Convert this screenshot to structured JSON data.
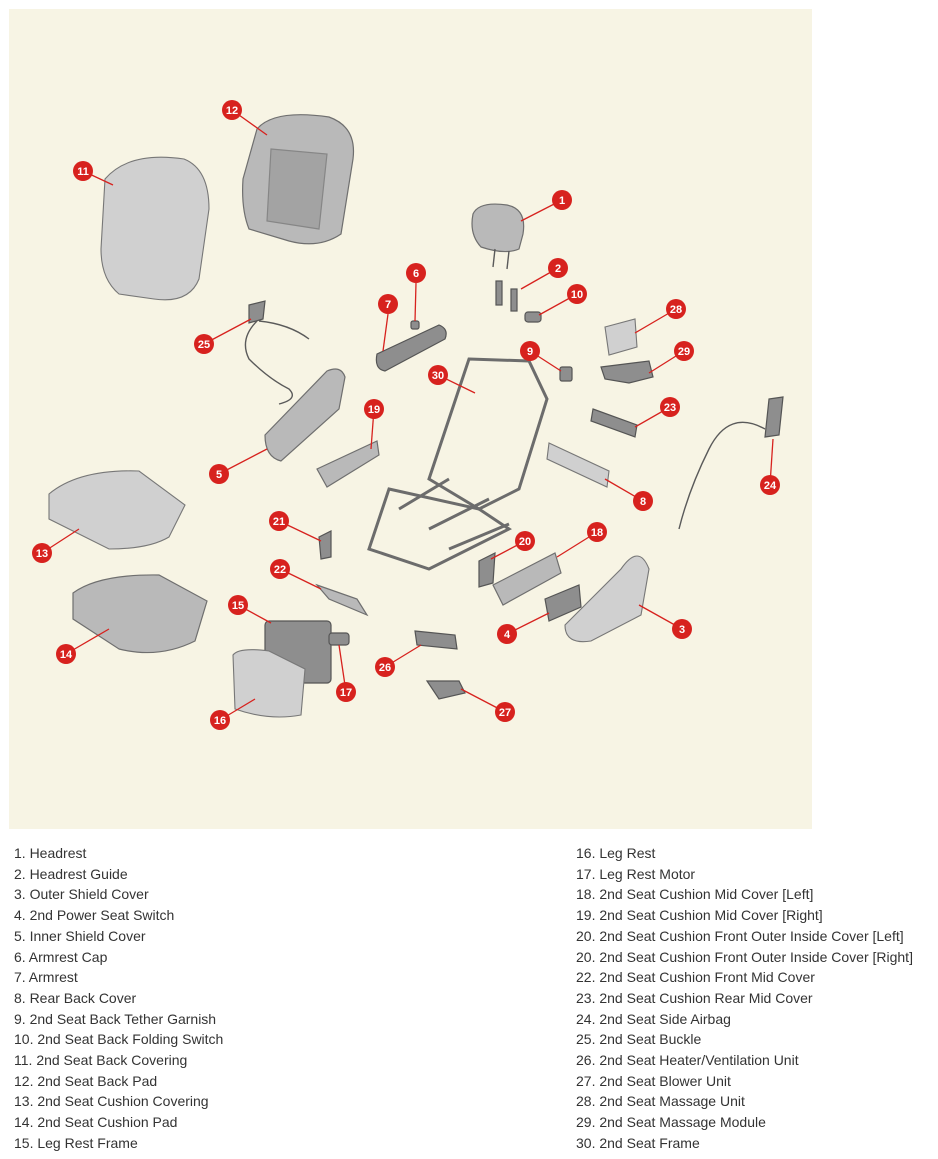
{
  "legend": {
    "left": [
      "1. Headrest",
      "2. Headrest Guide",
      "3. Outer Shield Cover",
      "4. 2nd Power Seat Switch",
      "5. Inner Shield Cover",
      "6. Armrest Cap",
      "7. Armrest",
      "8. Rear Back Cover",
      "9. 2nd Seat Back Tether Garnish",
      "10. 2nd Seat Back Folding Switch",
      "11. 2nd Seat Back Covering",
      "12. 2nd Seat Back Pad",
      "13. 2nd Seat Cushion Covering",
      "14. 2nd Seat Cushion Pad",
      "15. Leg Rest Frame"
    ],
    "right": [
      "16. Leg Rest",
      "17. Leg Rest Motor",
      "18. 2nd Seat Cushion Mid Cover [Left]",
      "19. 2nd Seat Cushion Mid Cover [Right]",
      "20. 2nd Seat Cushion Front Outer Inside Cover [Left]",
      "20. 2nd Seat Cushion Front Outer Inside Cover [Right]",
      "22. 2nd Seat Cushion Front Mid Cover",
      "23. 2nd Seat Cushion Rear Mid Cover",
      "24. 2nd Seat Side Airbag",
      "25. 2nd Seat Buckle",
      "26. 2nd Seat Heater/Ventilation Unit",
      "27. 2nd Seat Blower Unit",
      "28. 2nd Seat Massage Unit",
      "29. 2nd Seat Massage Module",
      "30. 2nd Seat Frame"
    ]
  },
  "callouts": [
    "1",
    "2",
    "3",
    "4",
    "5",
    "6",
    "7",
    "8",
    "9",
    "10",
    "11",
    "12",
    "13",
    "14",
    "15",
    "16",
    "17",
    "18",
    "19",
    "20",
    "21",
    "22",
    "23",
    "24",
    "25",
    "26",
    "27",
    "28",
    "29",
    "30"
  ],
  "colors": {
    "callout": "#d7221e",
    "panel": "#f7f4e4",
    "part": "#b9b9b9",
    "legend_text": "#333333"
  }
}
